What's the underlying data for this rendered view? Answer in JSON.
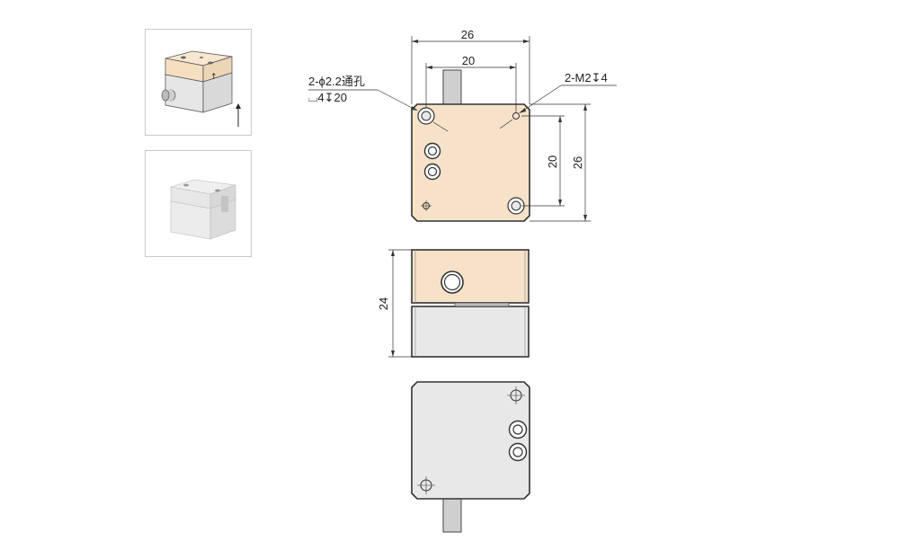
{
  "thumbnails": [
    {
      "view": "3d-model",
      "selected": true
    },
    {
      "view": "product-photo",
      "selected": false
    }
  ],
  "dimensions": {
    "top_width_outer": "26",
    "top_width_inner": "20",
    "right_height_inner": "20",
    "right_height_outer": "26",
    "side_height": "24"
  },
  "callouts": {
    "through_hole_line1": "2-ϕ2.2通孔",
    "through_hole_line2": "⌴4↧20",
    "tapped_hole": "2-M2↧4"
  },
  "colors": {
    "top_part": "#f5e2c8",
    "bottom_part": "#e8e8e8",
    "outline": "#333333",
    "shaft": "#c8c8c8"
  }
}
